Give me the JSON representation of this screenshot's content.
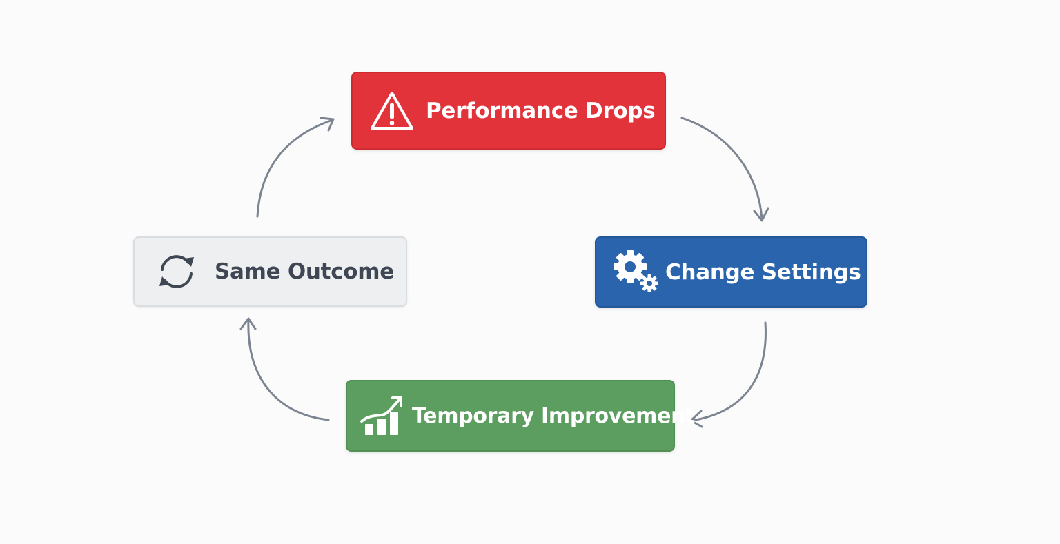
{
  "diagram": {
    "type": "cycle",
    "nodes": [
      {
        "id": "performance-drops",
        "label": "Performance Drops",
        "icon": "warning-triangle-icon",
        "color": "#e2323a"
      },
      {
        "id": "change-settings",
        "label": "Change Settings",
        "icon": "gears-icon",
        "color": "#2a64ad"
      },
      {
        "id": "temporary-improvement",
        "label": "Temporary Improvement",
        "icon": "growth-chart-icon",
        "color": "#5c9e5f"
      },
      {
        "id": "same-outcome",
        "label": "Same Outcome",
        "icon": "refresh-cycle-icon",
        "color": "#eeeff1"
      }
    ],
    "edges": [
      {
        "from": "performance-drops",
        "to": "change-settings"
      },
      {
        "from": "change-settings",
        "to": "temporary-improvement"
      },
      {
        "from": "temporary-improvement",
        "to": "same-outcome"
      },
      {
        "from": "same-outcome",
        "to": "performance-drops"
      }
    ],
    "arrow_color": "#7c8491",
    "background": "#fbfbfc"
  }
}
